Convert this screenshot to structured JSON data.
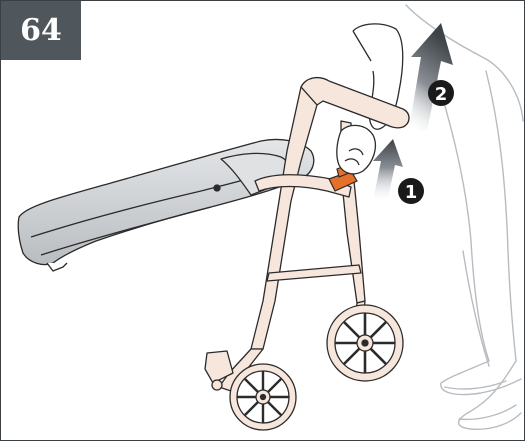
{
  "step": {
    "number": "64"
  },
  "callouts": [
    {
      "label": "1"
    },
    {
      "label": "2"
    }
  ],
  "colors": {
    "frame_border": "#3a3f44",
    "badge_bg": "#4f565c",
    "badge_text": "#ffffff",
    "walker_frame": "#f7e6dc",
    "walker_outline": "#2b2b2b",
    "brake_accent": "#e5702a",
    "arrow_gray": "#5b6066",
    "person_line": "#b8bcc0",
    "seat_gray": "#cfd2d5"
  }
}
